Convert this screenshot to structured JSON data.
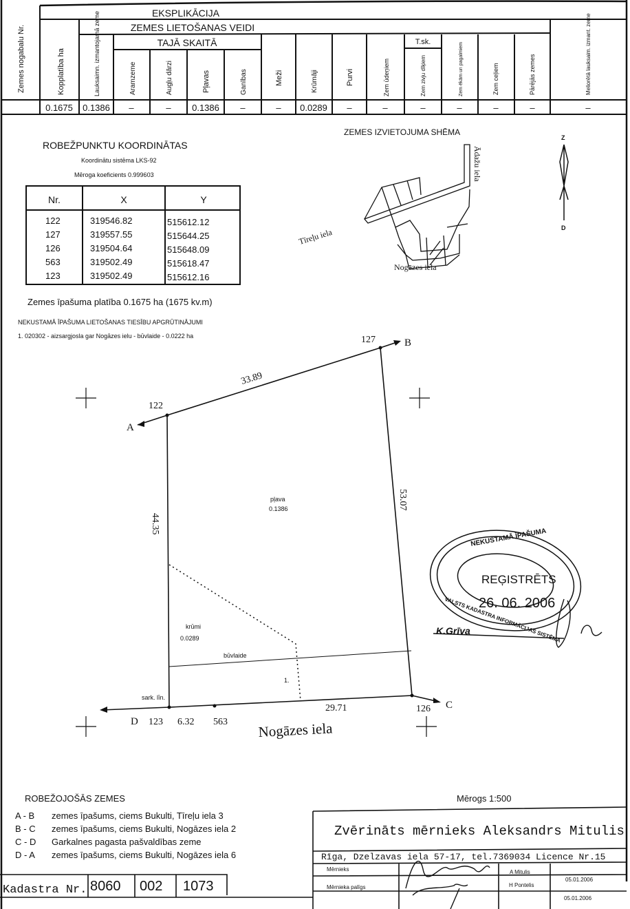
{
  "explication": {
    "title": "EKSPLIKĀCIJA",
    "subtitle": "ZEMES LIETOŠANAS VEIDI",
    "including": "TAJĀ SKAITĀ",
    "including_sub": "T.sk.",
    "columns": {
      "parcel_nr": "Zemes nogabalu Nr.",
      "total": "Kopplatība ha",
      "agri": "Lauksaimn. izmantojamā zeme",
      "arable": "Aramzeme",
      "orchards": "Augļu dārzi",
      "meadows": "Pļavas",
      "pastures": "Ganības",
      "forests": "Meži",
      "shrubs": "Krūmāji",
      "bogs": "Purvi",
      "water": "Zem ūdeņiem",
      "fishponds": "Zem zivju dīķiem",
      "buildings": "Zem ēkām un pagalmiem",
      "roads": "Zem ceļiem",
      "other": "Pārējās zemes",
      "meliorated": "Meliorētā lauksaim. izmant. zeme"
    },
    "values": {
      "parcel_nr": "",
      "total": "0.1675",
      "agri": "0.1386",
      "arable": "–",
      "orchards": "–",
      "meadows": "0.1386",
      "pastures": "–",
      "forests": "–",
      "shrubs": "0.0289",
      "bogs": "–",
      "water": "–",
      "fishponds": "–",
      "buildings": "–",
      "roads": "–",
      "other": "–",
      "meliorated": "–"
    }
  },
  "coordinates": {
    "title": "ROBEŽPUNKTU KOORDINĀTAS",
    "system": "Koordinātu sistēma LKS-92",
    "scale_coef": "Mēroga koeficients 0.999603",
    "headers": [
      "Nr.",
      "X",
      "Y"
    ],
    "rows": [
      [
        "122",
        "319546.82",
        "515612.12"
      ],
      [
        "127",
        "319557.55",
        "515644.25"
      ],
      [
        "126",
        "319504.64",
        "515648.09"
      ],
      [
        "563",
        "319502.49",
        "515618.47"
      ],
      [
        "123",
        "319502.49",
        "515612.16"
      ]
    ]
  },
  "area_text": "Zemes īpašuma platība 0.1675 ha (1675 kv.m)",
  "encumbrances": {
    "title": "NEKUSTAMĀ ĪPAŠUMA LIETOŠANAS TIESĪBU APGRŪTINĀJUMI",
    "items": [
      "1. 020302 - aizsargjosla gar Nogāzes ielu - būvlaide - 0.0222 ha"
    ]
  },
  "location_scheme": {
    "title": "ZEMES IZVIETOJUMA SHĒMA",
    "streets": [
      "Ādažu iela",
      "Tīreļu iela",
      "Nogāzes iela"
    ],
    "north": "Z",
    "south": "D"
  },
  "plan": {
    "points": [
      "122",
      "127",
      "126",
      "563",
      "123"
    ],
    "letters": [
      "A",
      "B",
      "C",
      "D"
    ],
    "distances": [
      "33.89",
      "53.07",
      "29.71",
      "6.32",
      "44.35"
    ],
    "meadow_label": "pļava",
    "meadow_area": "0.1386",
    "shrub_label": "krūmi",
    "shrub_area": "0.0289",
    "setback_label": "būvlaide",
    "zone_label": "1.",
    "red_line_label": "sark. līn.",
    "street": "Nogāzes iela",
    "scale": "Mērogs 1:500"
  },
  "stamp": {
    "top": "NEKUSTAMĀ ĪPAŠUMA",
    "bottom": "VALSTS KADASTRA INFORMĀCIJAS SISTĒMA",
    "status": "REĢISTRĒTS",
    "date": "26. 06. 2006",
    "signer": "K.Grīva"
  },
  "neighbours": {
    "title": "ROBEŽOJOŠĀS ZEMES",
    "items": [
      {
        "code": "A - B",
        "text": "zemes īpašums, ciems Bukulti, Tīreļu iela 3"
      },
      {
        "code": "B - C",
        "text": "zemes īpašums, ciems Bukulti, Nogāzes iela 2"
      },
      {
        "code": "C - D",
        "text": "Garkalnes pagasta pašvaldības zeme"
      },
      {
        "code": "D - A",
        "text": "zemes īpašums, ciems Bukulti, Nogāzes iela 6"
      }
    ]
  },
  "cadastre": {
    "label": "Kadastra Nr.",
    "parts": [
      "8060",
      "002",
      "1073"
    ]
  },
  "surveyor": {
    "title": "Zvērināts mērnieks Aleksandrs Mitulis",
    "address": "Rīga, Dzelzavas iela 57-17, tel.7369034  Licence Nr.15",
    "roles": [
      "Mērnieks",
      "Mērnieka palīgs"
    ],
    "names": [
      "A Mitulis",
      "H Pontelis"
    ],
    "dates": [
      "05.01.2006",
      "05.01.2006"
    ]
  }
}
